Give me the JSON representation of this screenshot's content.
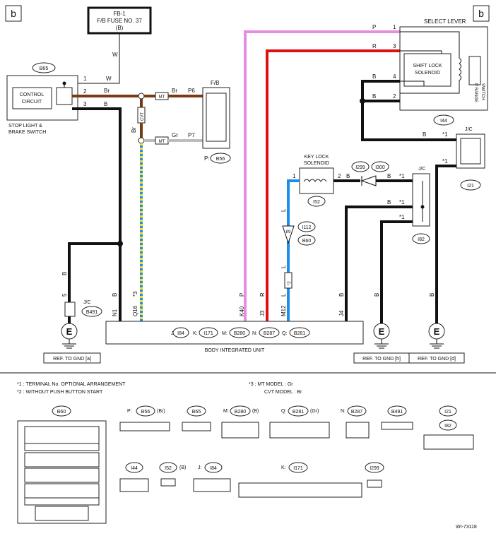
{
  "page": {
    "corner_left": "b",
    "corner_right": "b",
    "figure_id": "WI-73118"
  },
  "fuse": {
    "line1": "FB-1",
    "line2": "F/B FUSE NO. 37",
    "line3": "(B)"
  },
  "stop_light_switch": {
    "connector": "B65",
    "control_line1": "CONTROL",
    "control_line2": "CIRCUIT",
    "name_line1": "STOP LIGHT &",
    "name_line2": "BRAKE SWITCH",
    "pins": [
      "1",
      "2",
      "3"
    ]
  },
  "fb_box": {
    "label": "F/B",
    "connector": "B56",
    "prefix": "P:"
  },
  "select_lever": {
    "title": "SELECT LEVER",
    "solenoid_line1": "SHIFT LOCK",
    "solenoid_line2": "SOLENOID",
    "prange_line1": "P RANGE",
    "prange_line2": "SWITCH"
  },
  "key_lock": {
    "line1": "KEY LOCK",
    "line2": "SOLENOID",
    "connector": "I52"
  },
  "wires": {
    "w": "W",
    "br": "Br",
    "b": "B",
    "gr": "Gr",
    "p": "P",
    "r": "R",
    "l": "L",
    "mt": "MT",
    "cvt": "CVT",
    "p6": "P6",
    "p7": "P7",
    "star1": "*1",
    "star2": "*2",
    "star3": "*3",
    "pin1": "1",
    "pin2": "2",
    "pin3": "3",
    "pin4": "4",
    "pin5": "5",
    "q16": "Q16",
    "n1": "N1",
    "k40": "K40",
    "j3": "J3",
    "m12": "M12",
    "j4": "J4"
  },
  "connectors": {
    "i44": "I44",
    "i21": "I21",
    "jc": "J/C",
    "i82": "I82",
    "i299": "I299",
    "i300": "I300",
    "i112": "I112",
    "b60": "B60",
    "b491": "B491"
  },
  "biu": {
    "name": "BODY INTEGRATED UNIT",
    "labels": [
      {
        "prefix": "J:",
        "code": "I84"
      },
      {
        "prefix": "K:",
        "code": "I171"
      },
      {
        "prefix": "M:",
        "code": "B280"
      },
      {
        "prefix": "N:",
        "code": "B287"
      },
      {
        "prefix": "Q:",
        "code": "B281"
      }
    ]
  },
  "grounds": {
    "a": "REF. TO GND [a]",
    "h": "REF. TO GND [h]",
    "d": "REF. TO GND [d]"
  },
  "notes": {
    "n1": "*1  : TERMINAL No. OPTIONAL ARRANGEMENT",
    "n2": "*2  : WITHOUT PUSH BUTTON START",
    "n3a": "*3  : MT MODEL  : Gr",
    "n3b": "CVT MODEL  : Br"
  },
  "connector_views": {
    "b60": "B60",
    "p_b56": "P:",
    "b56": "B56",
    "b56_color": "(Br)",
    "b65": "B65",
    "m_b280": "M:",
    "b280": "B280",
    "b280_color": "(B)",
    "q_b281": "Q:",
    "b281": "B281",
    "b281_color": "(Gr)",
    "n_b287": "N:",
    "b287": "B287",
    "b491": "B491",
    "i21": "I21",
    "i82": "I82",
    "i44": "I44",
    "i52": "I52",
    "i52_color": "(B)",
    "j_i84": "J:",
    "i84": "I84",
    "k_i171": "K:",
    "i171": "I171",
    "i299": "I299"
  },
  "colors": {
    "brown": "#7a3a12",
    "black": "#111111",
    "pink": "#e58ee0",
    "red": "#e01010",
    "blue": "#1e8ee8",
    "yellow": "#f0e020",
    "gray": "#bdbdbd"
  }
}
